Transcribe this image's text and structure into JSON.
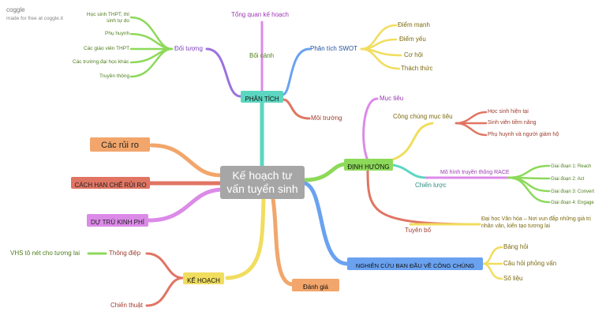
{
  "branding": {
    "logo": "coggle",
    "tagline": "made for free at coggle.it"
  },
  "central": "Kế hoạch tư vấn tuyển sinh",
  "colors": {
    "purple": "#9b72e0",
    "teal": "#5cd6c0",
    "red": "#e07563",
    "orange": "#f2a66b",
    "green": "#8dd95a",
    "blue": "#6aa2f0",
    "yellow": "#f1dd5e",
    "magenta": "#dc8ae8",
    "olive": "#7d8a1c",
    "textpurple": "#7b3fbf",
    "textred": "#9c3b2c",
    "textgreen": "#4e7d1c"
  },
  "phan_tich": {
    "label": "PHÂN TÍCH",
    "tong_quan": "Tổng quan kế hoạch",
    "boi_canh": "Bối cảnh",
    "doi_tuong": {
      "label": "Đối tượng",
      "items": [
        "Học sinh THPT, thí sinh tự do",
        "Phụ huynh",
        "Các giáo viên THPT",
        "Các trường đại học khác",
        "Truyền thông"
      ]
    },
    "swot": {
      "label": "Phân tích SWOT",
      "items": [
        "Điểm mạnh",
        "Điểm yếu",
        "Cơ hội",
        "Thách thức"
      ]
    },
    "moi_truong": "Môi trường"
  },
  "dinh_huong": {
    "label": "ĐỊNH HƯỚNG",
    "muc_tieu": "Mục tiêu",
    "cong_chung": {
      "label": "Công chúng mục tiêu",
      "items": [
        "Học sinh hiện tại",
        "Sinh viên tiềm năng",
        "Phụ huynh và người giám hộ"
      ]
    },
    "chien_luoc": "Chiến lược",
    "race": {
      "label": "Mô hình truyền thông RACE",
      "items": [
        "Giai đoạn 1: Reach",
        "Giai đoạn 2: Act",
        "Giai đoạn 3: Convert",
        "Giai đoạn 4: Engage"
      ]
    },
    "tuyen_bo": {
      "label": "Tuyên bố",
      "statement": "Đại học Văn hóa – Nơi vun đắp những giá trị nhân văn, kiến tạo tương lai"
    }
  },
  "nghien_cuu": {
    "label": "NGHIÊN CỨU BAN ĐẦU VỀ CÔNG CHÚNG",
    "items": [
      "Bảng hỏi",
      "Câu hỏi phỏng vấn",
      "Số liệu"
    ]
  },
  "danh_gia": "Đánh giá",
  "ke_hoach": {
    "label": "KẾ HOẠCH",
    "thong_diep": "Thông điệp",
    "vhs": "VHS tô nét cho tương lai",
    "chien_thuat": "Chiến thuật"
  },
  "left": {
    "rui_ro": "Các rủi ro",
    "han_che": "CÁCH HẠN CHẾ RỦI RO",
    "du_tru": "DỰ TRÙ KINH PHÍ"
  }
}
